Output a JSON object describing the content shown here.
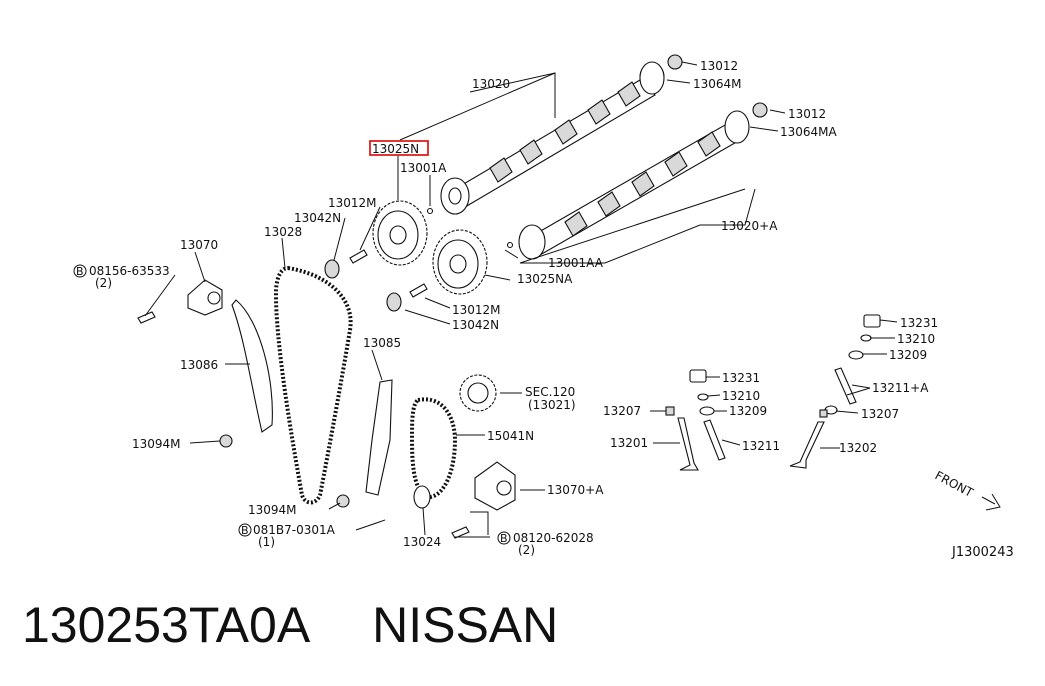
{
  "diagram": {
    "code": "J1300243",
    "front_label": "FRONT",
    "highlighted_part": "13025N",
    "highlight_color": "#e0201c",
    "labels": {
      "p13020": "13020",
      "p13012_a": "13012",
      "p13064M": "13064M",
      "p13012_b": "13012",
      "p13064MA": "13064MA",
      "p13025N": "13025N",
      "p13001A": "13001A",
      "p13012M_a": "13012M",
      "p13042N_a": "13042N",
      "p13028": "13028",
      "p13070": "13070",
      "p08156": "08156-63533",
      "p08156_qty": "(2)",
      "p13086": "13086",
      "p13094M_a": "13094M",
      "p13085": "13085",
      "p13020A": "13020+A",
      "p13001AA": "13001AA",
      "p13025NA": "13025NA",
      "p13012M_b": "13012M",
      "p13042N_b": "13042N",
      "sec120": "SEC.120",
      "sec120_sub": "(13021)",
      "p15041N": "15041N",
      "p13070A": "13070+A",
      "p13094M_b": "13094M",
      "p081B7": "081B7-0301A",
      "p081B7_qty": "(1)",
      "p13024": "13024",
      "p08120": "08120-62028",
      "p08120_qty": "(2)",
      "p13231_a": "13231",
      "p13210_a": "13210",
      "p13209_a": "13209",
      "p13211A": "13211+A",
      "p13207_a": "13207",
      "p13202": "13202",
      "p13231_b": "13231",
      "p13210_b": "13210",
      "p13209_b": "13209",
      "p13207_b": "13207",
      "p13201": "13201",
      "p13211": "13211",
      "bolt_symbol": "B"
    }
  },
  "footer": {
    "part_number": "130253TA0A",
    "brand": "NISSAN"
  }
}
